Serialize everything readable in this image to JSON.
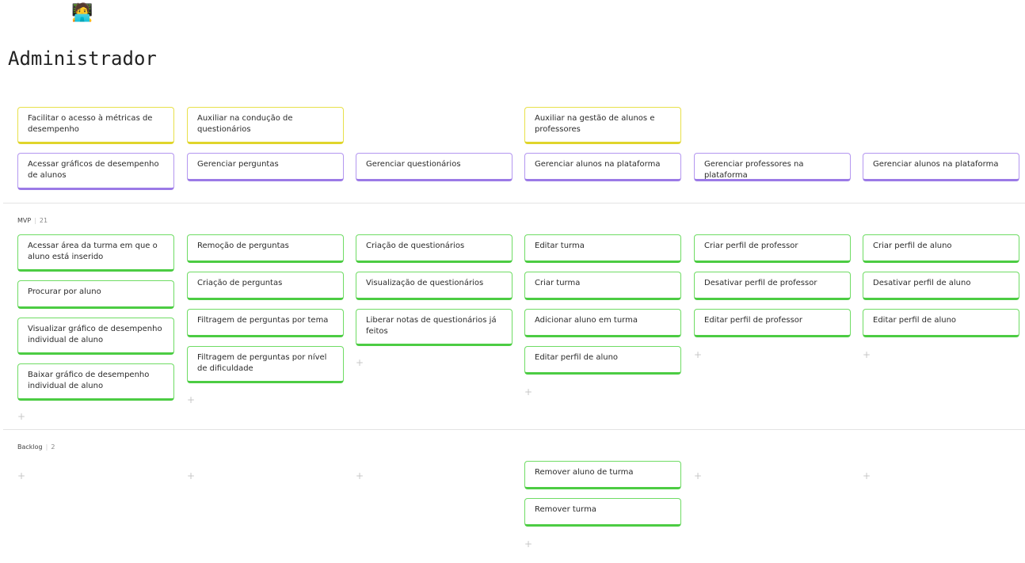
{
  "page": {
    "title": "Administrador",
    "avatar_icon": "🧑‍💻"
  },
  "goals": {
    "items": [
      "Facilitar o acesso à métricas de desempenho",
      "Auxiliar na condução de questionários",
      "Auxiliar na gestão de alunos e professores"
    ]
  },
  "activities": {
    "items": [
      "Acessar gráficos de desempenho de alunos",
      "Gerenciar perguntas",
      "Gerenciar questionários",
      "Gerenciar alunos na plataforma",
      "Gerenciar professores na plataforma",
      "Gerenciar alunos na plataforma"
    ]
  },
  "mvp": {
    "label": "MVP",
    "count": "21",
    "columns": [
      [
        "Acessar área da turma em que o aluno está inserido",
        "Procurar por aluno",
        "Visualizar gráfico de desempenho individual de aluno",
        "Baixar gráfico de desempenho individual de aluno"
      ],
      [
        "Remoção de perguntas",
        "Criação de perguntas",
        "Filtragem de perguntas por tema",
        "Filtragem de perguntas por nível de dificuldade"
      ],
      [
        "Criação de questionários",
        "Visualização de questionários",
        "Liberar notas de questionários já feitos"
      ],
      [
        "Editar turma",
        "Criar turma",
        "Adicionar aluno em turma",
        "Editar perfil de aluno"
      ],
      [
        "Criar perfil de professor",
        "Desativar perfil de professor",
        "Editar perfil de professor"
      ],
      [
        "Criar perfil de aluno",
        "Desativar perfil de aluno",
        "Editar perfil de aluno"
      ]
    ]
  },
  "backlog": {
    "label": "Backlog",
    "count": "2",
    "items": [
      "Remover aluno de turma",
      "Remover turma"
    ]
  },
  "add_symbol": "+",
  "colors": {
    "goal": "#e8e04a",
    "activity": "#9b7ae6",
    "story": "#4ccc43"
  }
}
